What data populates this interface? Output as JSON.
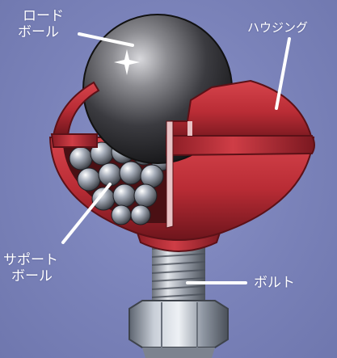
{
  "labels": {
    "load_ball": [
      "ロード",
      "ボール"
    ],
    "housing": "ハウジング",
    "support_ball": [
      "サポート",
      "ボール"
    ],
    "bolt": "ボルト"
  },
  "colors": {
    "background": "#7f86bd",
    "housing_red": "#c0303a",
    "housing_dark": "#7a1820",
    "steel_ball": "#3a3a3e",
    "bolt_steel": "#b5b9c2",
    "leader_line": "#ffffff"
  }
}
